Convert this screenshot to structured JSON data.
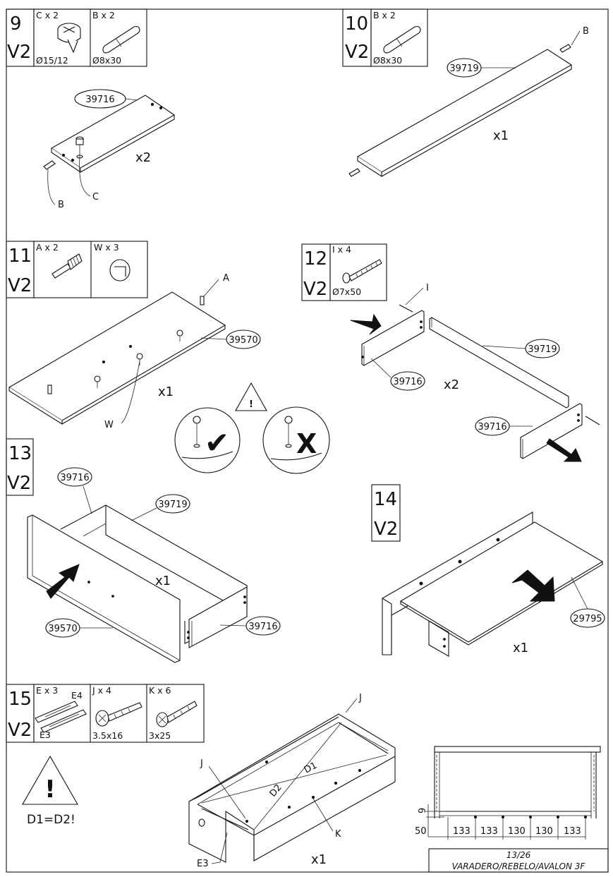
{
  "steps": [
    {
      "num": "9",
      "variant": "V2",
      "parts": [
        {
          "label": "C x 2",
          "spec": "Ø15/12",
          "icon": "cam-lock-icon"
        },
        {
          "label": "B x 2",
          "spec": "Ø8x30",
          "icon": "wood-dowel-icon"
        }
      ]
    },
    {
      "num": "10",
      "variant": "V2",
      "parts": [
        {
          "label": "B x 2",
          "spec": "Ø8x30",
          "icon": "wood-dowel-icon"
        }
      ]
    },
    {
      "num": "11",
      "variant": "V2",
      "parts": [
        {
          "label": "A x 2",
          "spec": "",
          "icon": "cam-bolt-icon"
        },
        {
          "label": "W x 3",
          "spec": "",
          "icon": "shelf-support-icon"
        }
      ]
    },
    {
      "num": "12",
      "variant": "V2",
      "parts": [
        {
          "label": "I x 4",
          "spec": "Ø7x50",
          "icon": "confirmat-screw-icon"
        }
      ]
    },
    {
      "num": "13",
      "variant": "V2",
      "parts": []
    },
    {
      "num": "14",
      "variant": "V2",
      "parts": []
    },
    {
      "num": "15",
      "variant": "V2",
      "parts": [
        {
          "label": "E x 3",
          "spec": "",
          "icon": "drawer-runner-icon",
          "sublabels": [
            "E4",
            "E3"
          ]
        },
        {
          "label": "J x 4",
          "spec": "3.5x16",
          "icon": "screw-icon"
        },
        {
          "label": "K x 6",
          "spec": "3x25",
          "icon": "screw-icon"
        }
      ]
    }
  ],
  "callouts": {
    "s9_part": "39716",
    "s10_part": "39719",
    "s11_part": "39570",
    "s12_part_a": "39716",
    "s12_part_b": "39719",
    "s12_part_c": "39716",
    "s13_a": "39716",
    "s13_b": "39719",
    "s13_c": "39570",
    "s13_d": "39716",
    "s14_part": "29795"
  },
  "letters": {
    "A": "A",
    "B": "B",
    "C": "C",
    "I": "I",
    "W": "W",
    "J": "J",
    "K": "K",
    "E3": "E3",
    "D1": "D1",
    "D2": "D2"
  },
  "quantities": {
    "s9": "x2",
    "s10": "x1",
    "s11": "x1",
    "s12": "x2",
    "s13": "x1",
    "s14": "x1",
    "s15": "x1"
  },
  "warning": {
    "note": "D1=D2!",
    "ok_mark": "✔",
    "bad_mark": "X"
  },
  "dimensions": {
    "vertical": [
      "9",
      "50"
    ],
    "horizontal": [
      "133",
      "133",
      "130",
      "130",
      "133"
    ]
  },
  "footer": {
    "page": "13/26",
    "title": "VARADERO/REBELO/AVALON 3F"
  }
}
